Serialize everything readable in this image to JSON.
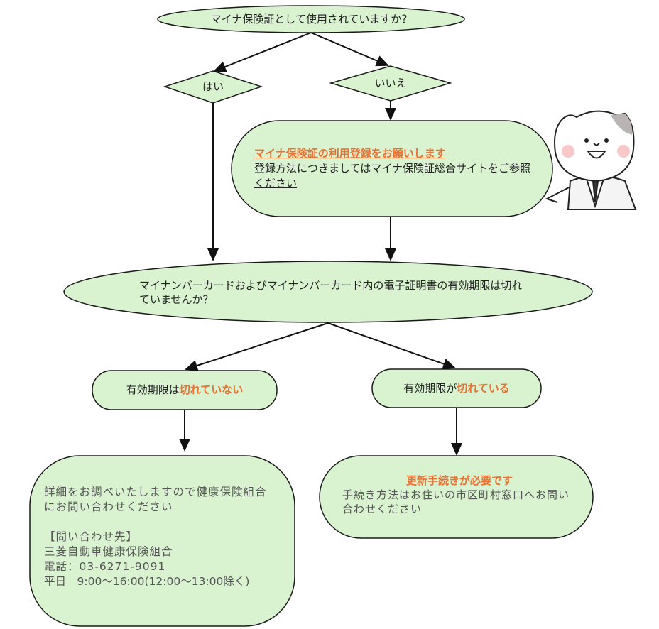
{
  "colors": {
    "fill": "#d9f2d0",
    "stroke": "#1a1a1a",
    "accent": "#e97132"
  },
  "q1": "マイナ保険証として使用されていますか？",
  "yes": "はい",
  "no": "いいえ",
  "register": {
    "title": "マイナ保険証の利用登録をお願いします",
    "body": "登録方法につきましてはマイナ保険証総合サイトをご参照ください"
  },
  "q2": "マイナンバーカードおよびマイナンバーカード内の電子証明書の有効期限は切れていませんか？",
  "not_expired": {
    "prefix": "有効期限は",
    "emph": "切れていない"
  },
  "expired": {
    "prefix": "有効期限が",
    "emph": "切れている"
  },
  "contact": {
    "line1": "詳細をお調べいたしますので健康保険組合にお問い合わせください",
    "heading": "【問い合わせ先】",
    "org": "三菱自動車健康保険組合",
    "phone": "電話：03-6271-9091",
    "hours": "平日　9:00～16:00(12:00～13:00除く)"
  },
  "renew": {
    "title": "更新手続きが必要です",
    "body": "手続き方法はお住いの市区町村窓口へお問い合わせください"
  }
}
